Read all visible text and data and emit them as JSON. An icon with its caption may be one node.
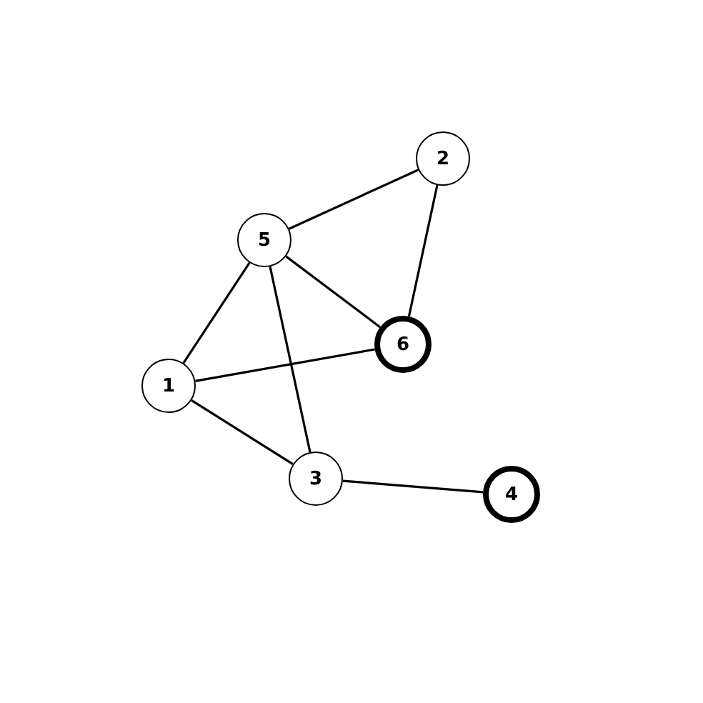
{
  "diagram": {
    "nodes": [
      {
        "text": [
          "2"
        ]
      },
      {
        "text": [
          "5"
        ]
      },
      {
        "text": [
          "6"
        ]
      },
      {
        "text": [
          "1"
        ]
      },
      {
        "text": [
          "3"
        ]
      },
      {
        "text": [
          "4"
        ]
      }
    ],
    "edges": [
      {
        "from": 1,
        "to": 0,
        "arrow": "none"
      },
      {
        "from": 0,
        "to": 2,
        "arrow": "none"
      },
      {
        "from": 1,
        "to": 2,
        "arrow": "none"
      },
      {
        "from": 1,
        "to": 3,
        "arrow": "none"
      },
      {
        "from": 1,
        "to": 4,
        "arrow": "none"
      },
      {
        "from": 3,
        "to": 2,
        "arrow": "none"
      },
      {
        "from": 3,
        "to": 4,
        "arrow": "none"
      },
      {
        "from": 4,
        "to": 5,
        "arrow": "none"
      }
    ]
  }
}
